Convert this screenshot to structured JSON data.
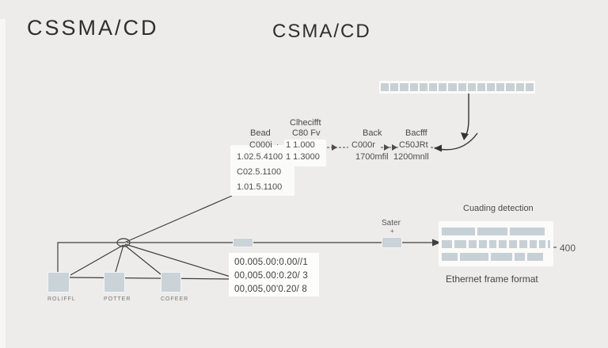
{
  "titles": {
    "left": "CSSMA/CD",
    "center": "CSMA/CD"
  },
  "preamble_bar": {
    "segment_count": 16
  },
  "backoff_table": {
    "header_top": "Clhecifft",
    "headers": [
      "Bead",
      "C80 Fv",
      "Back",
      "Bacfff"
    ],
    "row1": [
      "C000i",
      "1 1.000",
      "C000r",
      "C50JRt"
    ],
    "row2": [
      "1.02.5.4100",
      "1 1.3000",
      "1700mfil",
      "1200mnll"
    ],
    "extra_rows": [
      "C02.5.1100",
      "1.01.5.1100"
    ]
  },
  "network": {
    "nodes": [
      "ROLIFFL",
      "POTTER",
      "COFEER"
    ],
    "messages": [
      "00.005.00:0.00//1",
      "00,005.00:0.20/ 3",
      "00,005,00'0.20/ 8"
    ],
    "repeater_label": "Sater",
    "repeater_mark": "+"
  },
  "frame": {
    "title": "Cuading detection",
    "caption": "Ethernet frame format",
    "size_label": "400",
    "rows": [
      {
        "segments": [
          42,
          38,
          44
        ]
      },
      {
        "segments": [
          13,
          16,
          10,
          10,
          10,
          10,
          10,
          10,
          10,
          8,
          3
        ]
      },
      {
        "segments": [
          20,
          36,
          27,
          13,
          20
        ]
      }
    ]
  },
  "colors": {
    "background": "#edecea",
    "segment_fill": "#c7d0d5",
    "line": "#3f3f3f",
    "panel": "#fbfbfa"
  }
}
